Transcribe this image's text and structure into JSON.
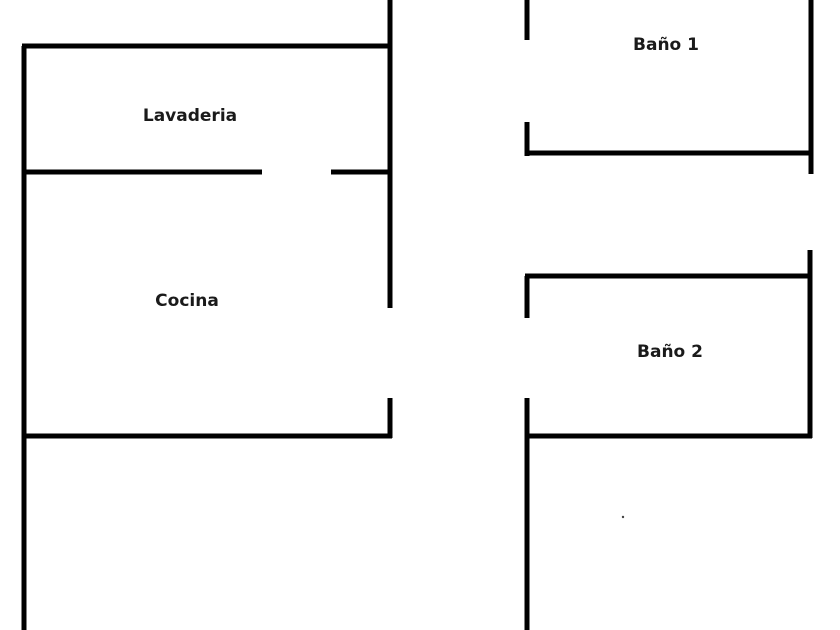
{
  "floor_plan": {
    "rooms": [
      {
        "id": "lavaderia",
        "label": "Lavaderia"
      },
      {
        "id": "cocina",
        "label": "Cocina"
      },
      {
        "id": "bano-1",
        "label": "Baño 1"
      },
      {
        "id": "bano-2",
        "label": "Baño 2"
      }
    ],
    "colors": {
      "background": "#ffffff",
      "wall": "#000000",
      "label": "#1a1a1a"
    }
  }
}
